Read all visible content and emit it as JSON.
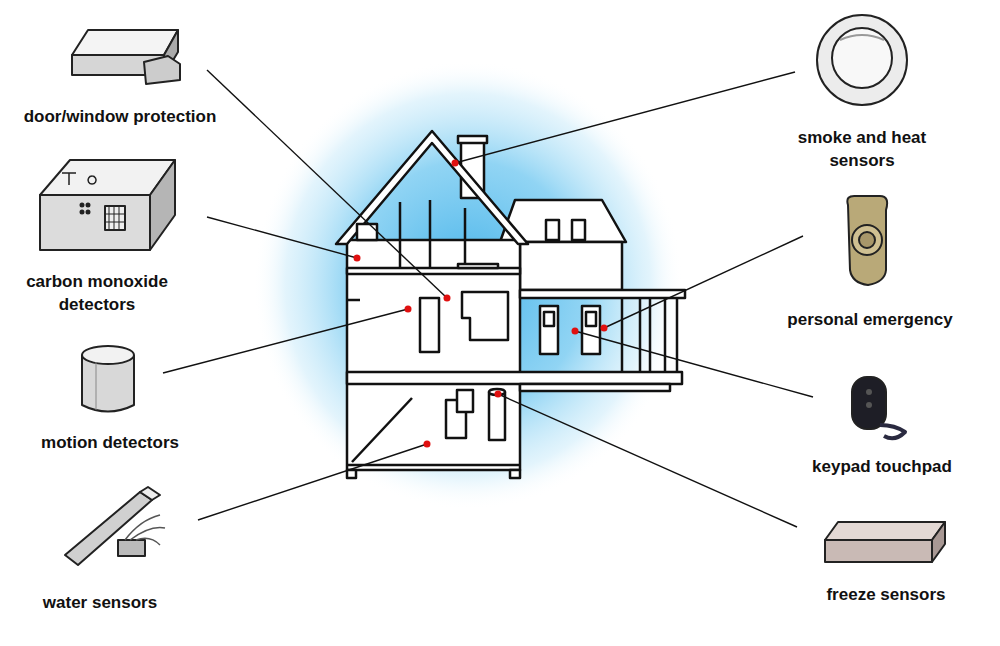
{
  "diagram": {
    "labels": [
      "door/window protection",
      "carbon monoxide detectors",
      "motion detectors",
      "water sensors",
      "smoke and heat sensors",
      "personal emergency",
      "keypad touchpad",
      "freeze sensors"
    ]
  }
}
